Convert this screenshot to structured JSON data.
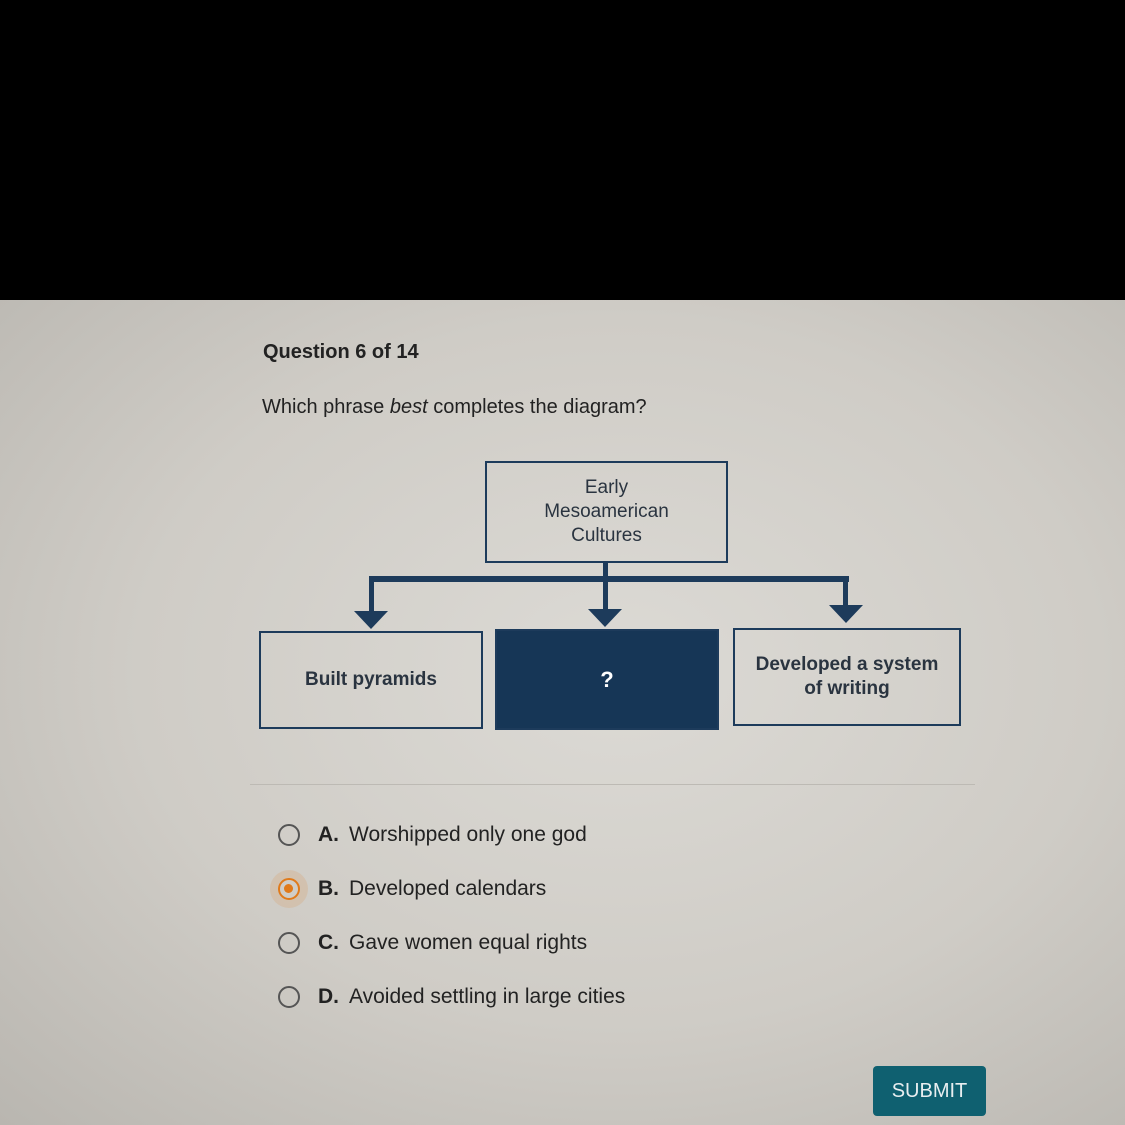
{
  "header": {
    "question_number": "Question 6 of 14"
  },
  "question": {
    "before": "Which phrase ",
    "emphasis": "best",
    "after": " completes the diagram?"
  },
  "diagram": {
    "top": [
      "Early",
      "Mesoamerican",
      "Cultures"
    ],
    "children": [
      [
        "Built pyramids"
      ],
      [
        "?"
      ],
      [
        "Developed a system",
        "of writing"
      ]
    ]
  },
  "options": [
    {
      "letter": "A.",
      "text": "Worshipped only one god",
      "selected": false
    },
    {
      "letter": "B.",
      "text": "Developed calendars",
      "selected": true
    },
    {
      "letter": "C.",
      "text": "Gave women equal rights",
      "selected": false
    },
    {
      "letter": "D.",
      "text": "Avoided settling in large cities",
      "selected": false
    }
  ],
  "submit_label": "SUBMIT",
  "colors": {
    "diagram": "#1d3b5b",
    "selected": "#e07a1a",
    "submit": "#0f6070"
  }
}
